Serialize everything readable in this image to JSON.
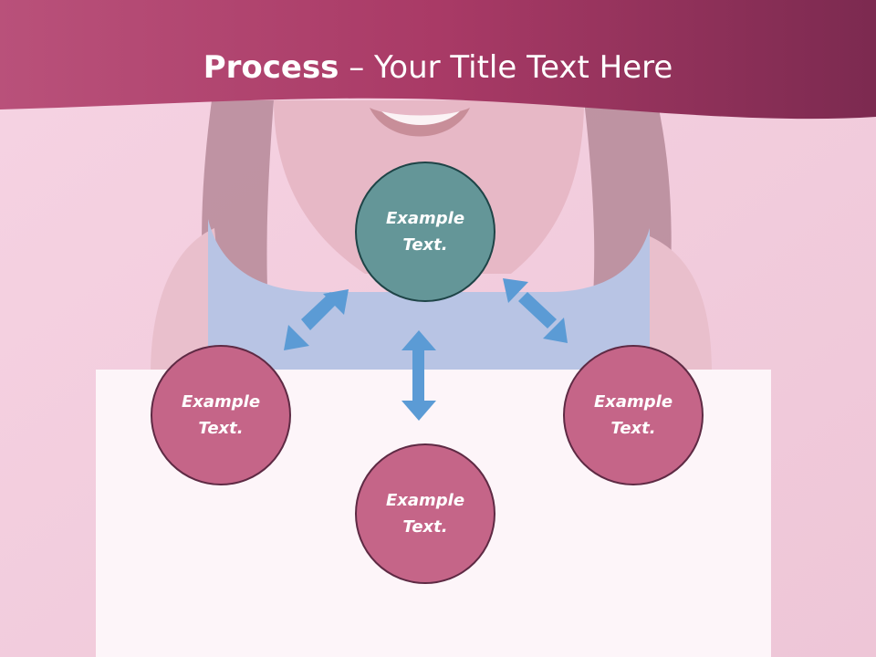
{
  "slide": {
    "title_bold": "Process",
    "title_rest": " – Your Title Text Here"
  },
  "nodes": {
    "top": "Example Text.",
    "left": "Example Text.",
    "right": "Example Text.",
    "bottom": "Example Text."
  },
  "colors": {
    "header": "#a93a66",
    "background": "#f4cfe0",
    "node_primary": "#649698",
    "node_secondary": "#c56588",
    "arrow": "#5b9bd5",
    "panel": "#fdf5f9"
  }
}
